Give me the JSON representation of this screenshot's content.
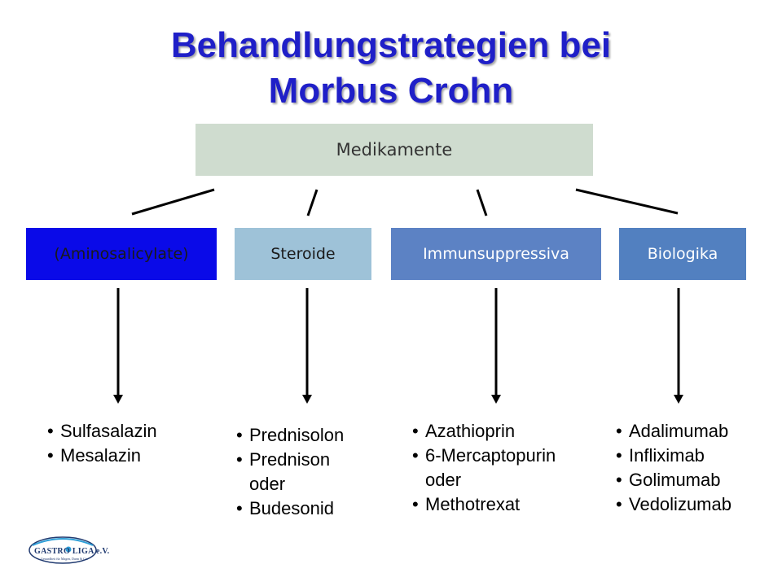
{
  "title": {
    "line1": "Behandlungstrategien bei",
    "line2": "Morbus Crohn"
  },
  "colors": {
    "title": "#1f1fc8",
    "top_box": "#cfdccf",
    "cat_aminosalicylate": "#0a0ae8",
    "cat_steroide": "#9ec2d8",
    "cat_immunsuppressiva": "#5c82c4",
    "cat_biologika": "#5280c0"
  },
  "top_node": {
    "label": "Medikamente"
  },
  "categories": [
    {
      "label": "(Aminosalicylate)",
      "color": "#0a0ae8",
      "text_color": "#1a1a1a"
    },
    {
      "label": "Steroide",
      "color": "#9ec2d8",
      "text_color": "#1a1a1a"
    },
    {
      "label": "Immunsuppressiva",
      "color": "#5c82c4",
      "text_color": "#ffffff"
    },
    {
      "label": "Biologika",
      "color": "#5280c0",
      "text_color": "#ffffff"
    }
  ],
  "drug_lists": [
    {
      "items": [
        "Sulfasalazin",
        "Mesalazin"
      ]
    },
    {
      "items": [
        "Prednisolon",
        "Prednison",
        "oder",
        "Budesonid"
      ]
    },
    {
      "items": [
        "Azathioprin",
        "6-Mercaptopurin",
        "oder",
        "Methotrexat"
      ]
    },
    {
      "items": [
        "Adalimumab",
        "Infliximab",
        "Golimumab",
        "Vedolizumab"
      ]
    }
  ],
  "logo": {
    "icon": "gastro-liga-logo",
    "text": "GASTRO LIGA e.V.",
    "subtext": "Gesundheit für Magen, Darm & Co."
  }
}
